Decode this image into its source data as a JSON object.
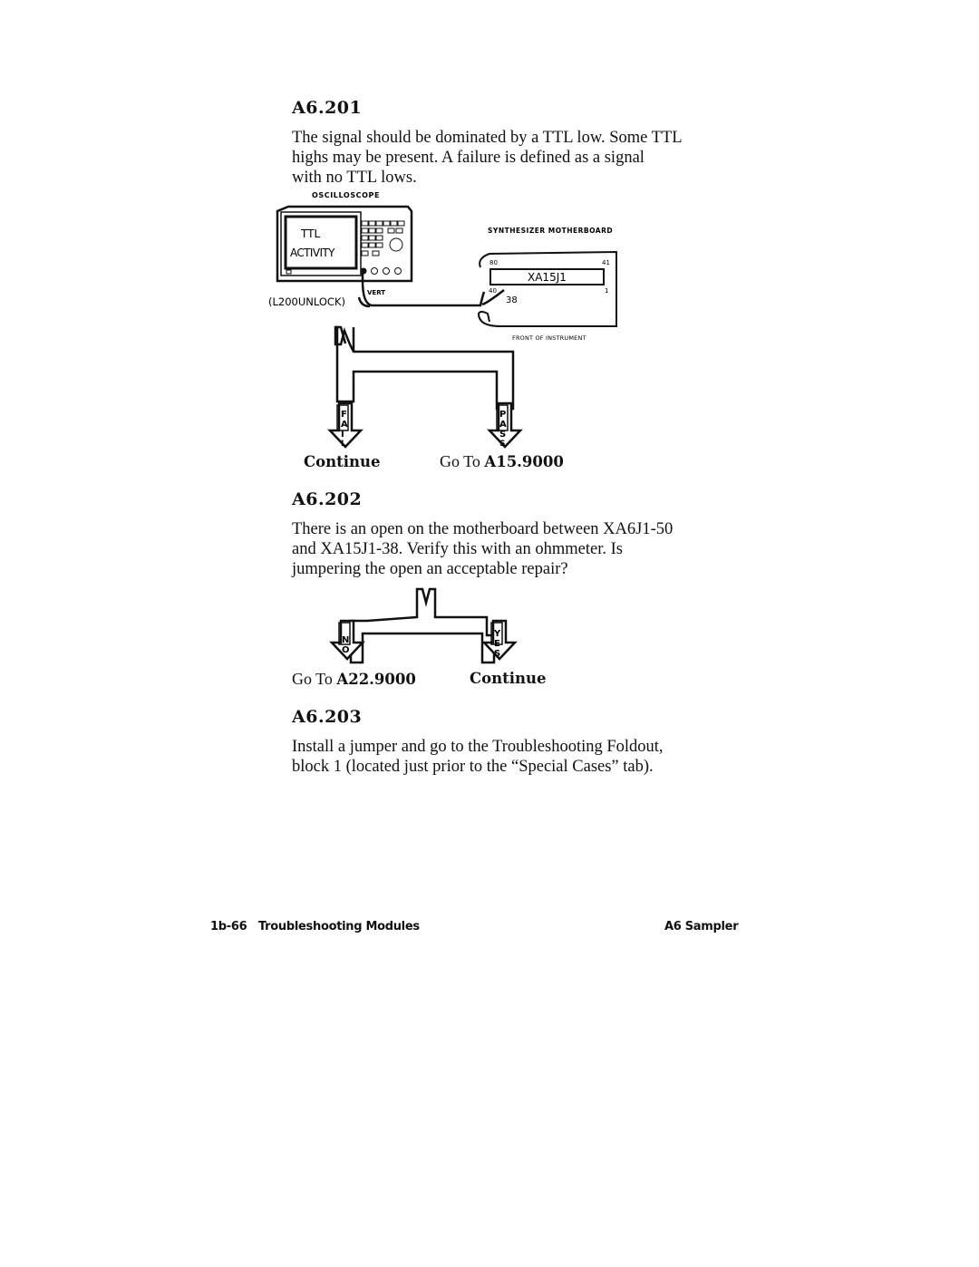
{
  "sections": [
    {
      "heading": "A6.201",
      "lines": [
        "The signal should be dominated by a TTL low. Some TTL",
        "highs may be present. A failure is defined as a signal",
        "with no TTL lows."
      ],
      "diagram": {
        "oscilloscope_label": "OSCILLOSCOPE",
        "screen_line1": "TTL",
        "screen_line2": "ACTIVITY",
        "probe_label": "(L200UNLOCK)",
        "vert_label": "VERT",
        "board_label": "SYNTHESIZER MOTHERBOARD",
        "connector_label": "XA15J1",
        "pin_80": "80",
        "pin_41": "41",
        "pin_40": "40",
        "pin_1": "1",
        "pin_38": "38",
        "front_label": "FRONT OF INSTRUMENT"
      },
      "branch": {
        "left_letters": [
          "F",
          "A",
          "I",
          "L"
        ],
        "right_letters": [
          "P",
          "A",
          "S",
          "S"
        ],
        "left_text": "Continue",
        "right_prefix": "Go To",
        "right_target": "A15.9000"
      }
    },
    {
      "heading": "A6.202",
      "lines": [
        "There is an open on the motherboard between XA6J1-50",
        "and XA15J1-38. Verify this with an ohmmeter. Is",
        "jumpering the open an acceptable repair?"
      ],
      "branch": {
        "left_letters": [
          "N",
          "O"
        ],
        "right_letters": [
          "Y",
          "E",
          "S"
        ],
        "left_prefix": "Go To",
        "left_target": "A22.9000",
        "right_text": "Continue"
      }
    },
    {
      "heading": "A6.203",
      "lines": [
        "Install a jumper and go to the Troubleshooting Foldout,",
        "block 1 (located just prior to the “Special Cases” tab)."
      ]
    }
  ],
  "footer": {
    "page_number": "1b-66",
    "chapter": "Troubleshooting Modules",
    "section": "A6 Sampler"
  }
}
